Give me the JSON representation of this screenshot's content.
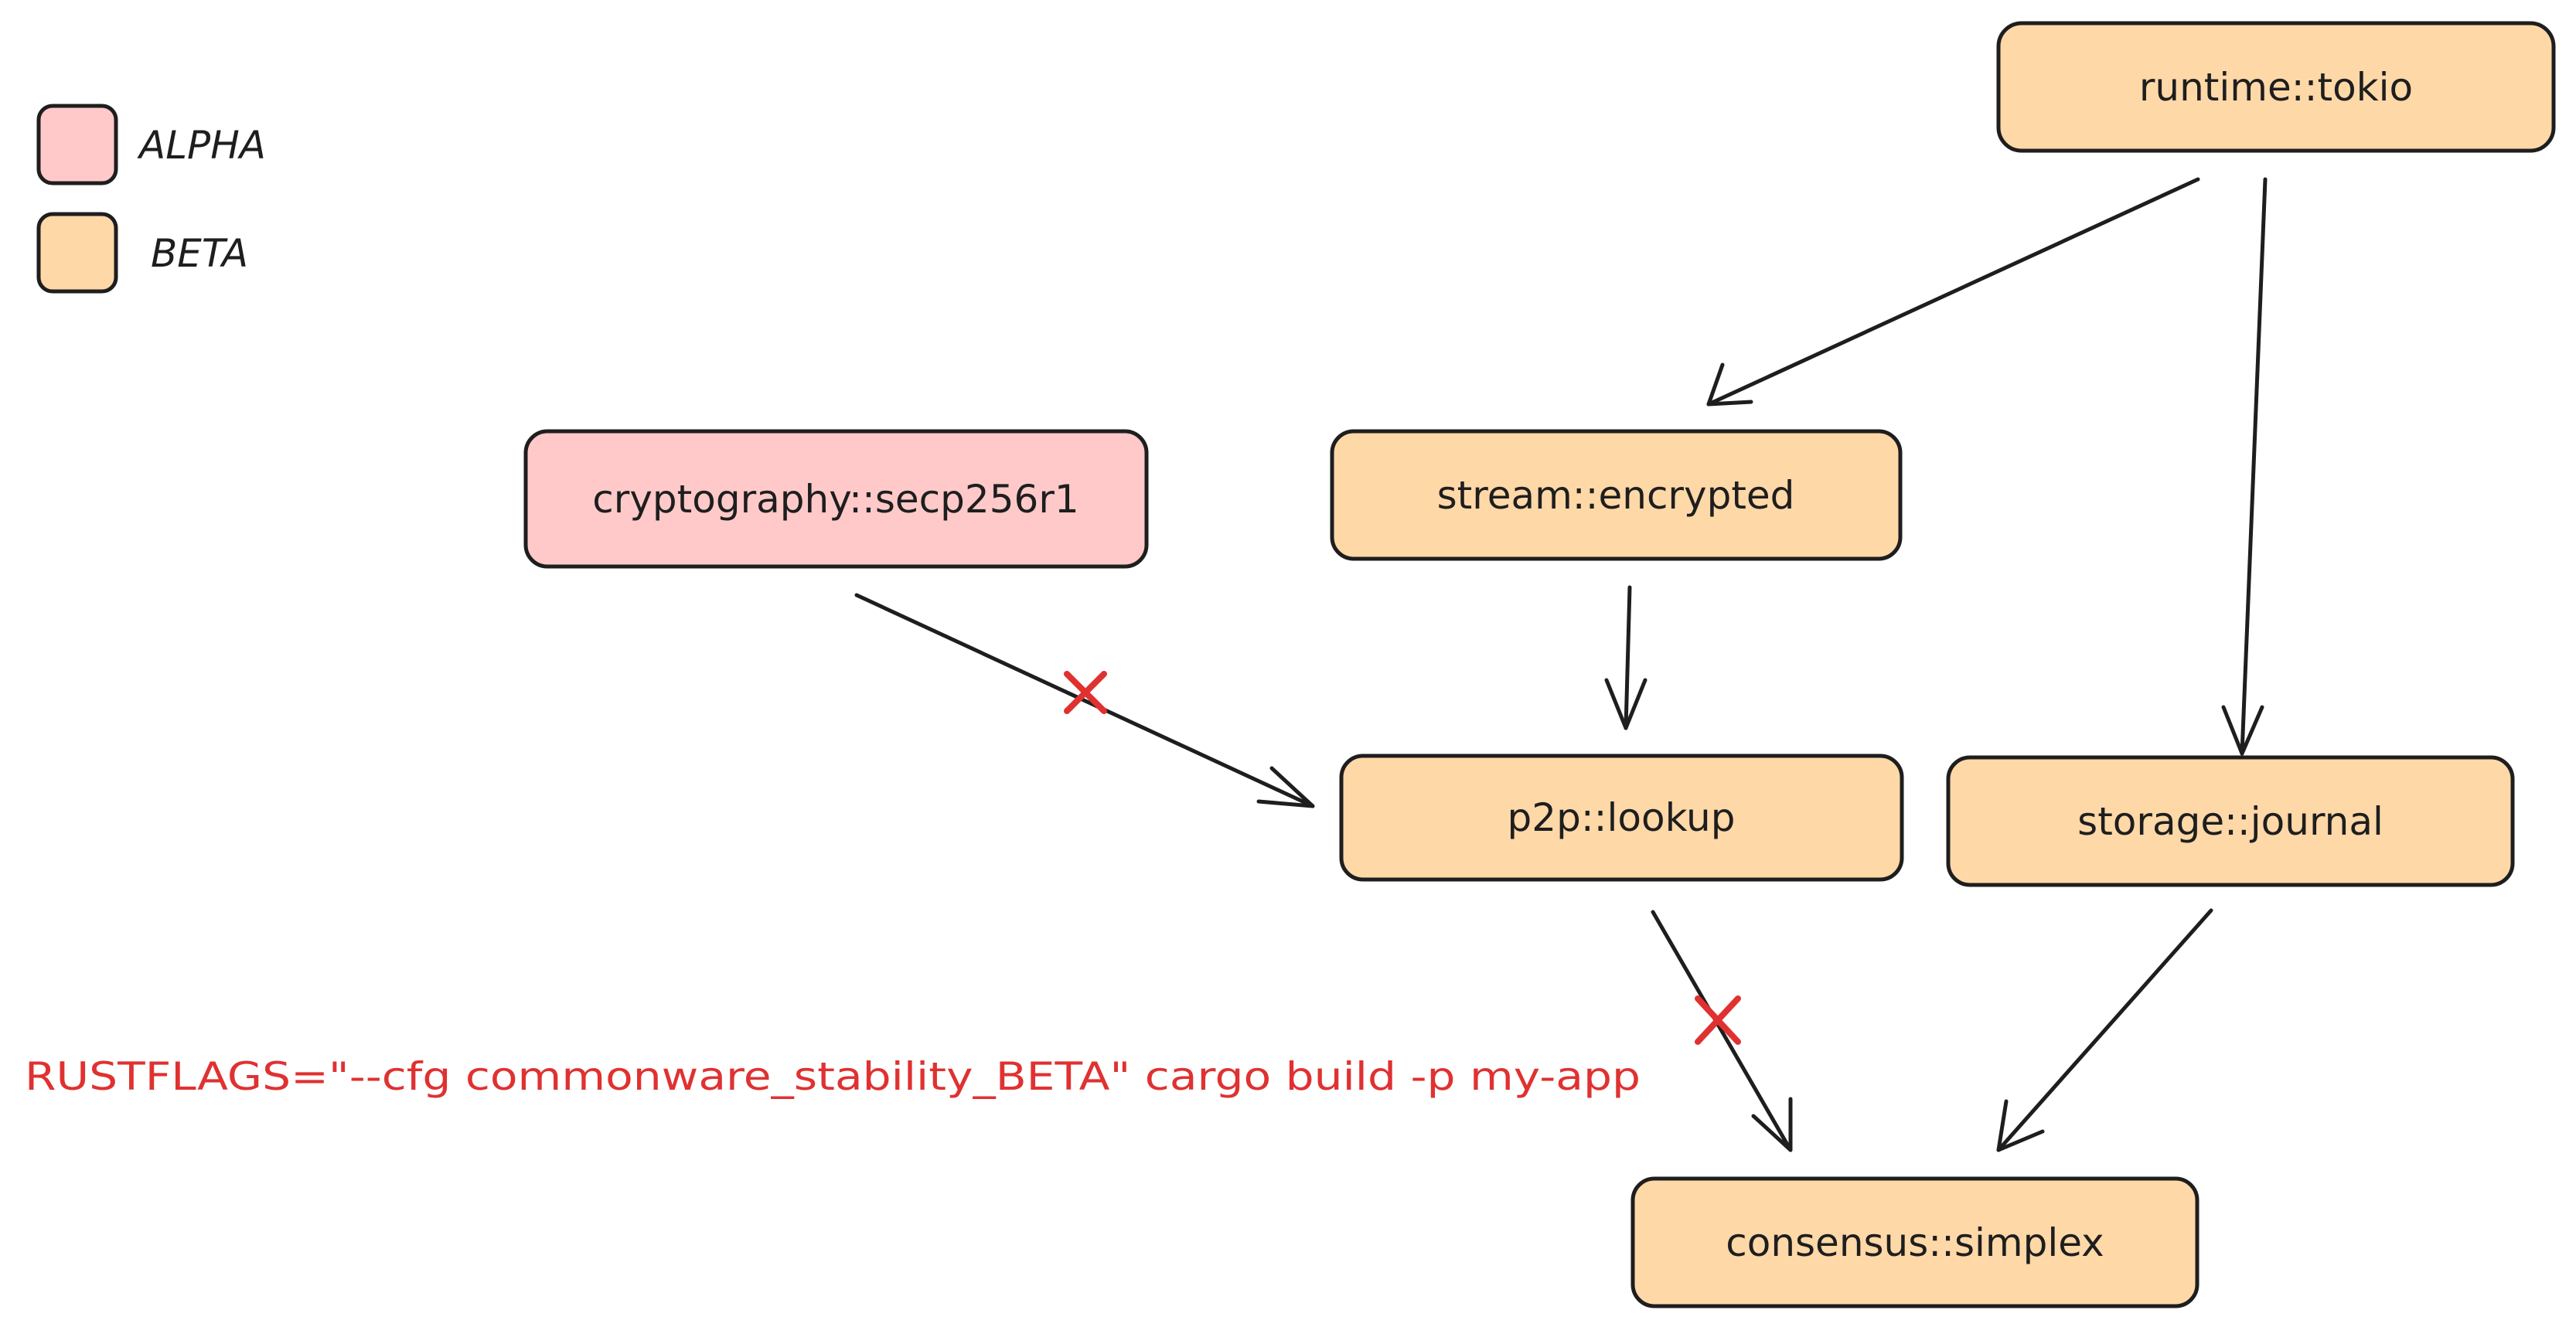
{
  "legend": {
    "items": [
      {
        "key": "alpha",
        "label": "ALPHA",
        "color": "#ffc9c9"
      },
      {
        "key": "beta",
        "label": "BETA",
        "color": "#ffd8a8"
      }
    ]
  },
  "nodes": {
    "runtime_tokio": {
      "label": "runtime::tokio",
      "stability": "beta"
    },
    "cryptography_secp256r1": {
      "label": "cryptography::secp256r1",
      "stability": "alpha"
    },
    "stream_encrypted": {
      "label": "stream::encrypted",
      "stability": "beta"
    },
    "p2p_lookup": {
      "label": "p2p::lookup",
      "stability": "beta"
    },
    "storage_journal": {
      "label": "storage::journal",
      "stability": "beta"
    },
    "consensus_simplex": {
      "label": "consensus::simplex",
      "stability": "beta"
    }
  },
  "edges": [
    {
      "from": "runtime_tokio",
      "to": "stream_encrypted",
      "blocked": false
    },
    {
      "from": "runtime_tokio",
      "to": "storage_journal",
      "blocked": false
    },
    {
      "from": "cryptography_secp256r1",
      "to": "p2p_lookup",
      "blocked": true
    },
    {
      "from": "stream_encrypted",
      "to": "p2p_lookup",
      "blocked": false
    },
    {
      "from": "p2p_lookup",
      "to": "consensus_simplex",
      "blocked": true
    },
    {
      "from": "storage_journal",
      "to": "consensus_simplex",
      "blocked": false
    }
  ],
  "command": {
    "text": "RUSTFLAGS=\"--cfg commonware_stability_BETA\" cargo build -p my-app",
    "color": "#e03131"
  },
  "colors": {
    "stroke": "#1e1e1e",
    "blocked_mark": "#e03131"
  }
}
